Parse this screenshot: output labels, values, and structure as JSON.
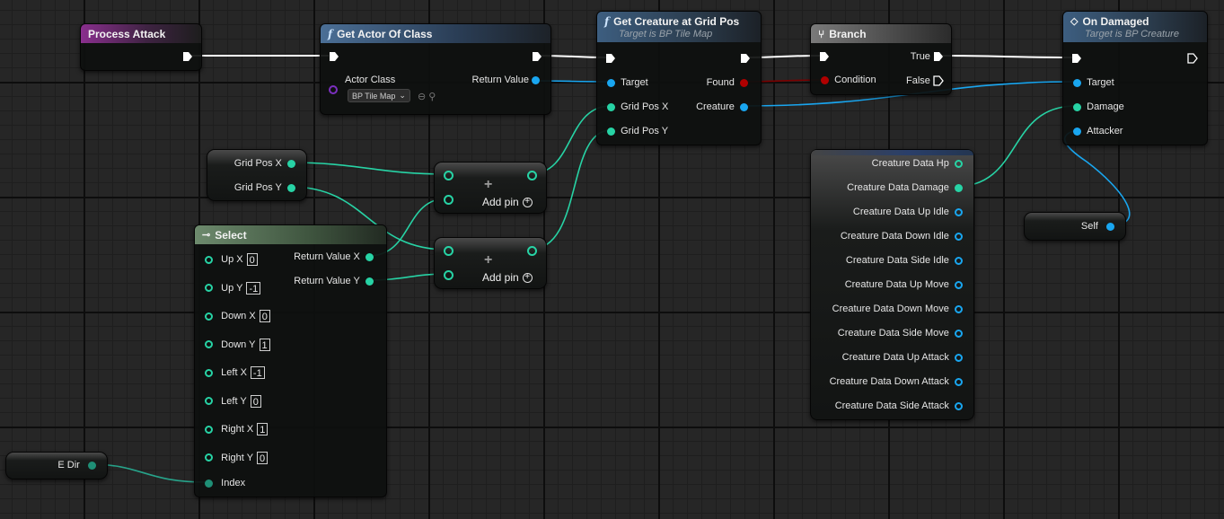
{
  "nodes": {
    "process_attack": {
      "title": "Process Attack"
    },
    "get_actor_of_class": {
      "title": "Get Actor Of Class",
      "actor_class_label": "Actor Class",
      "actor_class_value": "BP Tile Map",
      "return_value": "Return Value"
    },
    "get_creature": {
      "title": "Get Creature at Grid Pos",
      "subtitle": "Target is BP Tile Map",
      "target": "Target",
      "grid_pos_x": "Grid Pos X",
      "grid_pos_y": "Grid Pos Y",
      "found": "Found",
      "creature": "Creature"
    },
    "branch": {
      "title": "Branch",
      "condition": "Condition",
      "true_label": "True",
      "false_label": "False"
    },
    "on_damaged": {
      "title": "On Damaged",
      "subtitle": "Target is BP Creature",
      "target": "Target",
      "damage": "Damage",
      "attacker": "Attacker"
    },
    "grid_vars": {
      "x": "Grid Pos X",
      "y": "Grid Pos Y"
    },
    "add1": {
      "label": "Add pin"
    },
    "add2": {
      "label": "Add pin"
    },
    "select": {
      "title": "Select",
      "rows": [
        {
          "label": "Up X",
          "value": "0"
        },
        {
          "label": "Up Y",
          "value": "-1"
        },
        {
          "label": "Down X",
          "value": "0"
        },
        {
          "label": "Down Y",
          "value": "1"
        },
        {
          "label": "Left X",
          "value": "-1"
        },
        {
          "label": "Left Y",
          "value": "0"
        },
        {
          "label": "Right X",
          "value": "1"
        },
        {
          "label": "Right Y",
          "value": "0"
        }
      ],
      "index": "Index",
      "return_x": "Return Value X",
      "return_y": "Return Value Y"
    },
    "e_dir": {
      "label": "E Dir"
    },
    "self": {
      "label": "Self"
    },
    "creature_data": {
      "items": [
        "Creature Data Hp",
        "Creature Data Damage",
        "Creature Data Up Idle",
        "Creature Data Down Idle",
        "Creature Data Side Idle",
        "Creature Data Up Move",
        "Creature Data Down Move",
        "Creature Data Side Move",
        "Creature Data Up Attack",
        "Creature Data Down Attack",
        "Creature Data Side Attack"
      ]
    }
  },
  "colors": {
    "exec_wire": "#ffffff",
    "object_wire": "#19a6f0",
    "int_wire": "#27d3a5",
    "bool_wire": "#8b0000",
    "class_pin": "#7b2fbf"
  },
  "icons": {
    "function": "function-f-icon",
    "branch": "branch-icon",
    "event": "event-diamond-icon",
    "select": "select-icon"
  }
}
